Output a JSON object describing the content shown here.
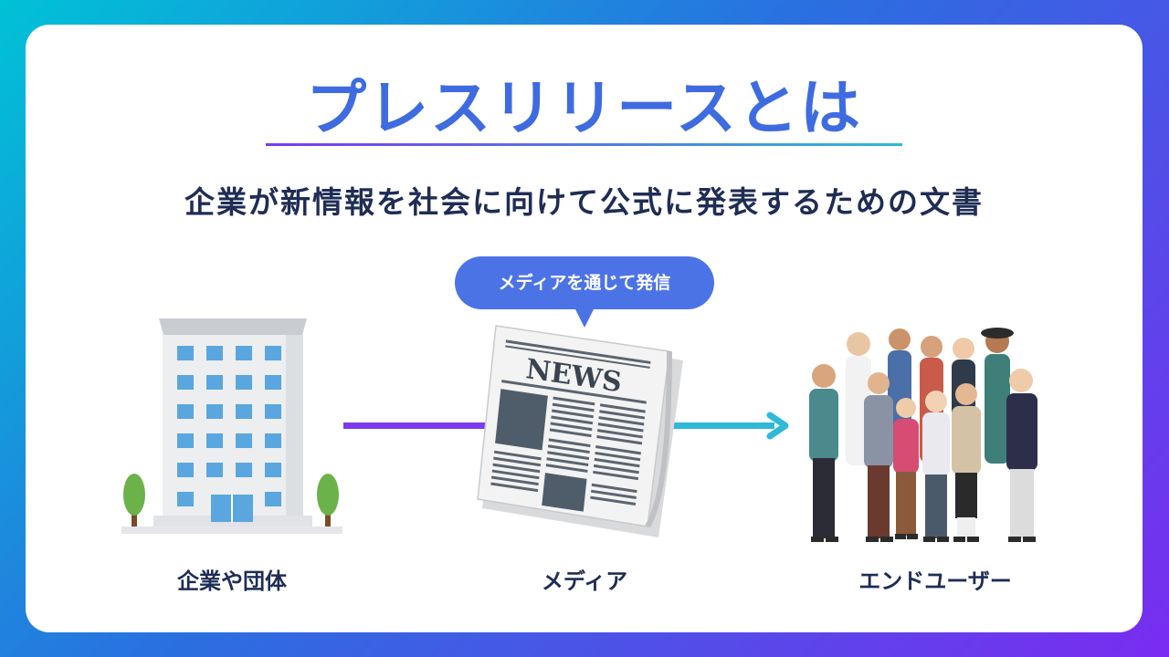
{
  "title": "プレスリリースとは",
  "subtitle": "企業が新情報を社会に向けて公式に発表するための文書",
  "bubble": "メディアを通じて発信",
  "newspaper_headline": "NEWS",
  "nodes": {
    "company": "企業や団体",
    "media": "メディア",
    "users": "エンドユーザー"
  },
  "colors": {
    "accent_blue": "#3e6be0",
    "bubble_blue": "#4c73e6",
    "arrow_purple": "#7b3af0",
    "arrow_teal": "#2fb8d8",
    "text_navy": "#1f2d55"
  }
}
